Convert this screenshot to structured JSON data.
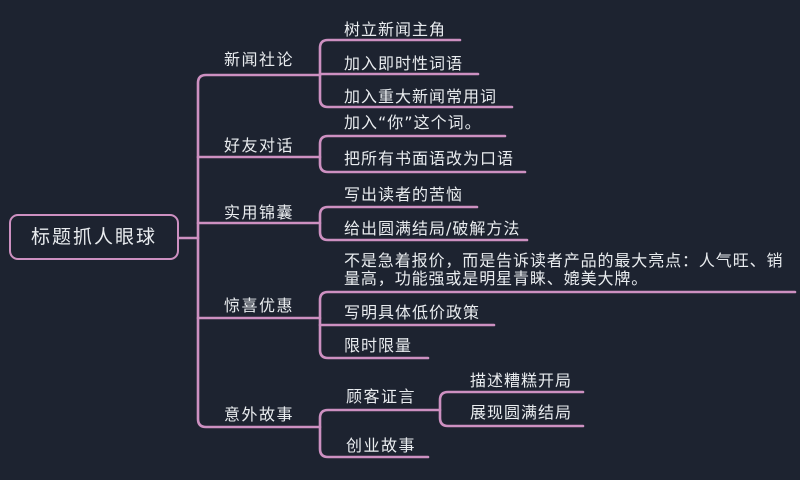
{
  "colors": {
    "background": "#1d2330",
    "line": "#cd90c1",
    "text": "#e9ecef"
  },
  "root": {
    "label": "标题抓人眼球"
  },
  "branches": [
    {
      "label": "新闻社论",
      "children": [
        {
          "label": "树立新闻主角"
        },
        {
          "label": "加入即时性词语"
        },
        {
          "label": "加入重大新闻常用词"
        }
      ]
    },
    {
      "label": "好友对话",
      "children": [
        {
          "label": "加入“你”这个词。"
        },
        {
          "label": "把所有书面语改为口语"
        }
      ]
    },
    {
      "label": "实用锦囊",
      "children": [
        {
          "label": "写出读者的苦恼"
        },
        {
          "label": "给出圆满结局/破解方法"
        }
      ]
    },
    {
      "label": "惊喜优惠",
      "children": [
        {
          "label": "不是急着报价，而是告诉读者产品的最大亮点：人气旺、销量高，功能强或是明星青睐、媲美大牌。"
        },
        {
          "label": "写明具体低价政策"
        },
        {
          "label": "限时限量"
        }
      ]
    },
    {
      "label": "意外故事",
      "children": [
        {
          "label": "顾客证言",
          "children": [
            {
              "label": "描述糟糕开局"
            },
            {
              "label": "展现圆满结局"
            }
          ]
        },
        {
          "label": "创业故事"
        }
      ]
    }
  ]
}
